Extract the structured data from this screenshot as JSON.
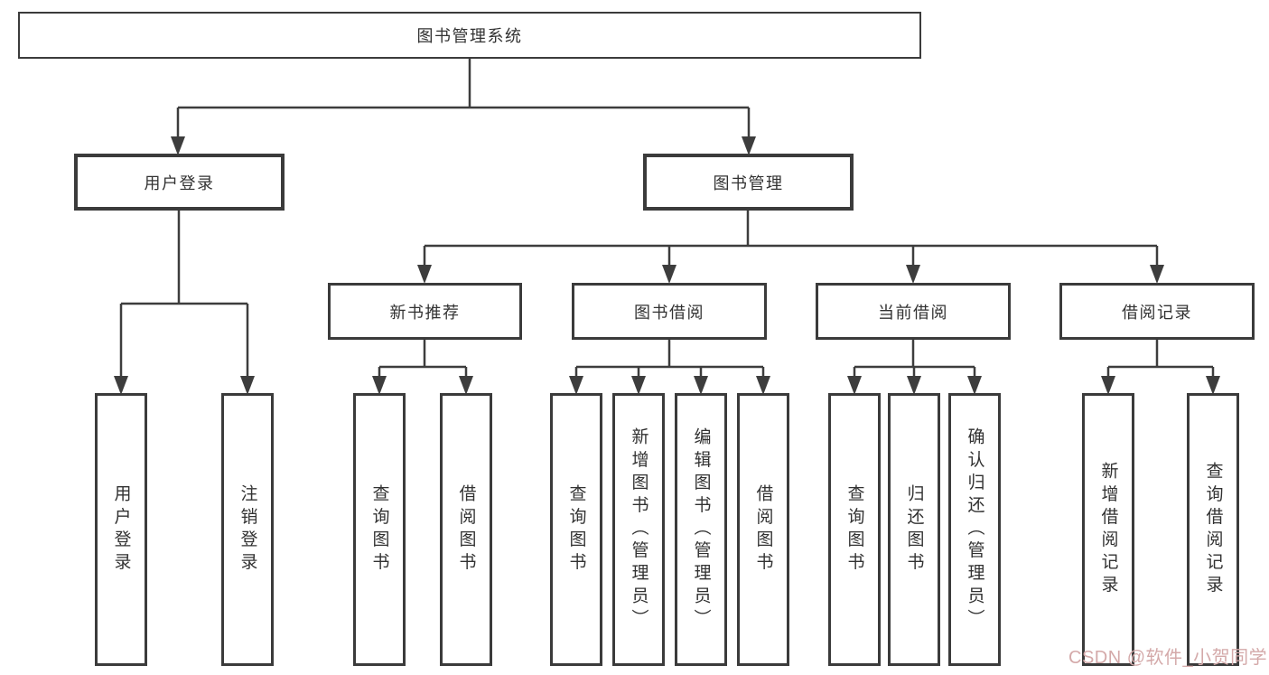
{
  "diagram": {
    "root": {
      "label": "图书管理系统"
    },
    "branches": [
      {
        "label": "用户登录",
        "children": [
          {
            "label": "用户登录"
          },
          {
            "label": "注销登录"
          }
        ]
      },
      {
        "label": "图书管理",
        "children": [
          {
            "label": "新书推荐",
            "children": [
              {
                "label": "查询图书"
              },
              {
                "label": "借阅图书"
              }
            ]
          },
          {
            "label": "图书借阅",
            "children": [
              {
                "label": "查询图书"
              },
              {
                "label": "新增图书（管理员）"
              },
              {
                "label": "编辑图书（管理员）"
              },
              {
                "label": "借阅图书"
              }
            ]
          },
          {
            "label": "当前借阅",
            "children": [
              {
                "label": "查询图书"
              },
              {
                "label": "归还图书"
              },
              {
                "label": "确认归还（管理员）"
              }
            ]
          },
          {
            "label": "借阅记录",
            "children": [
              {
                "label": "新增借阅记录"
              },
              {
                "label": "查询借阅记录"
              }
            ]
          }
        ]
      }
    ],
    "watermark": "CSDN @软件_小贺同学",
    "colors": {
      "background": "#ffffff",
      "line": "#3d3d3d",
      "box_border": "#3b3b3b",
      "text": "#323232",
      "watermark_text": "#d4a9a9"
    }
  }
}
